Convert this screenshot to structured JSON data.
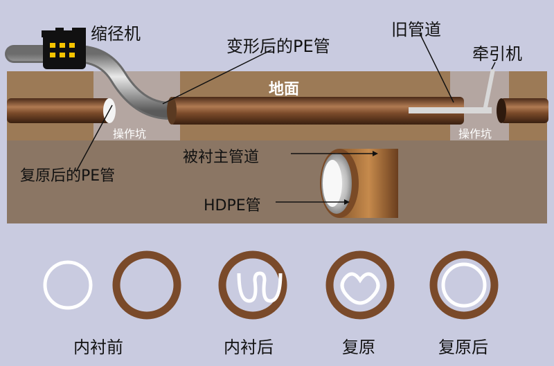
{
  "labels": {
    "shrinker": "缩径机",
    "deformed_pe": "变形后的PE管",
    "old_pipe": "旧管道",
    "winch": "牵引机",
    "ground": "地面",
    "pit_left": "操作坑",
    "pit_right": "操作坑",
    "restored_pe": "复原后的PE管",
    "host_pipe": "被衬主管道",
    "hdpe": "HDPE管"
  },
  "stages": [
    {
      "label": "内衬前",
      "shape": "circle-alone"
    },
    {
      "label": "内衬后",
      "shape": "u-fold-in-ring"
    },
    {
      "label": "复原",
      "shape": "heart-in-ring"
    },
    {
      "label": "复原后",
      "shape": "circle-in-ring"
    }
  ],
  "colors": {
    "background": "#c9cbe0",
    "soil": "#9c7a56",
    "soil_dark": "#7d6b5b",
    "pipe_brown": "#7a4a2a",
    "liner_white": "#ffffff"
  }
}
